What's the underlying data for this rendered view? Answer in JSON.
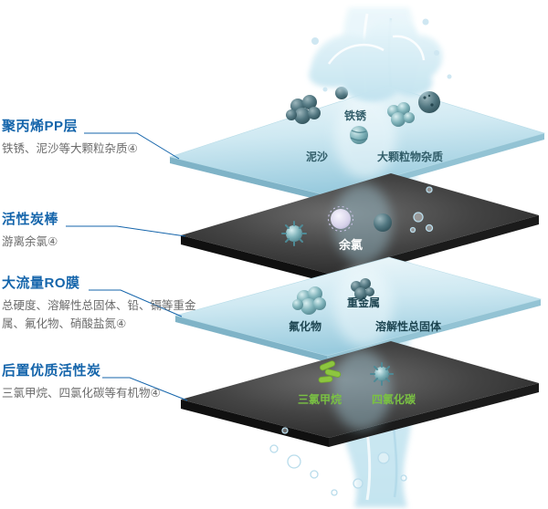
{
  "stages": [
    {
      "title": "聚丙烯PP层",
      "desc": "铁锈、泥沙等大颗粒杂质④",
      "tags": [
        "铁锈",
        "泥沙",
        "大颗粒物杂质"
      ]
    },
    {
      "title": "活性炭棒",
      "desc": "游离余氯④",
      "tags": [
        "余氯"
      ]
    },
    {
      "title": "大流量RO膜",
      "desc": "总硬度、溶解性总固体、铅、镉等重金属、氟化物、硝酸盐氮④",
      "tags": [
        "重金属",
        "氟化物",
        "溶解性总固体"
      ]
    },
    {
      "title": "后置优质活性炭",
      "desc": "三氯甲烷、四氯化碳等有机物④",
      "tags": [
        "三氯甲烷",
        "四氯化碳"
      ]
    }
  ],
  "colors": {
    "accent_blue": "#1565ab",
    "desc_gray": "#6b6b6b",
    "layer_light_blue": "#9ccddf",
    "layer_dark": "#2a2a2a",
    "tag_dark_teal": "#315d69",
    "tag_white": "#ffffff",
    "tag_green": "#7ac143",
    "water_blue": "#c4e4f0"
  }
}
